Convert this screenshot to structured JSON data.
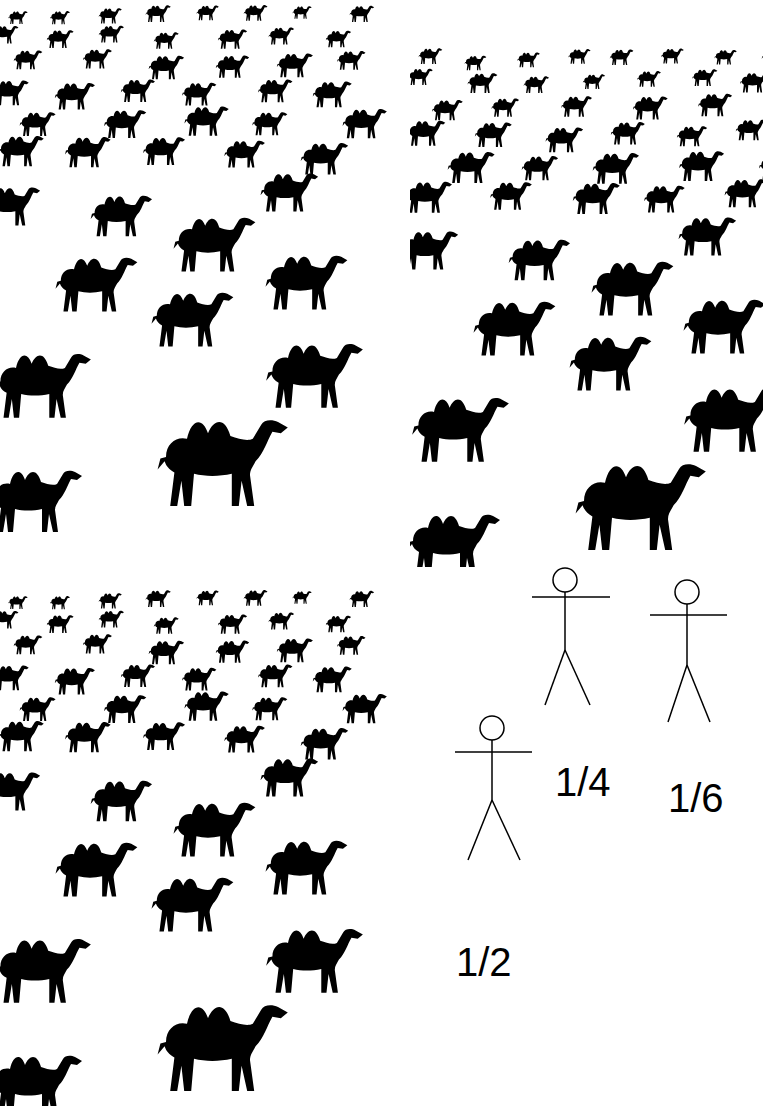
{
  "diagram": {
    "labels": [
      "1/4",
      "1/6",
      "1/2"
    ]
  }
}
